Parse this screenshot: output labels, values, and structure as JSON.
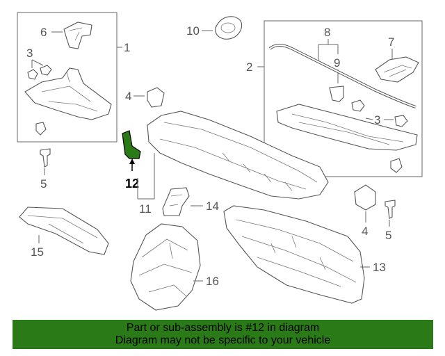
{
  "callouts": {
    "c1": "1",
    "c2": "2",
    "c3a": "3",
    "c3b": "3",
    "c4a": "4",
    "c4b": "4",
    "c5a": "5",
    "c5b": "5",
    "c6": "6",
    "c7": "7",
    "c8": "8",
    "c9": "9",
    "c10": "10",
    "c11": "11",
    "c12": "12",
    "c13": "13",
    "c14": "14",
    "c15": "15",
    "c16": "16"
  },
  "banner": {
    "line1": "Part or sub-assembly is #12 in diagram",
    "line2": "Diagram may not be specific to your vehicle"
  },
  "colors": {
    "highlight": "#2a7a17",
    "banner_bg": "#2a7a17"
  }
}
